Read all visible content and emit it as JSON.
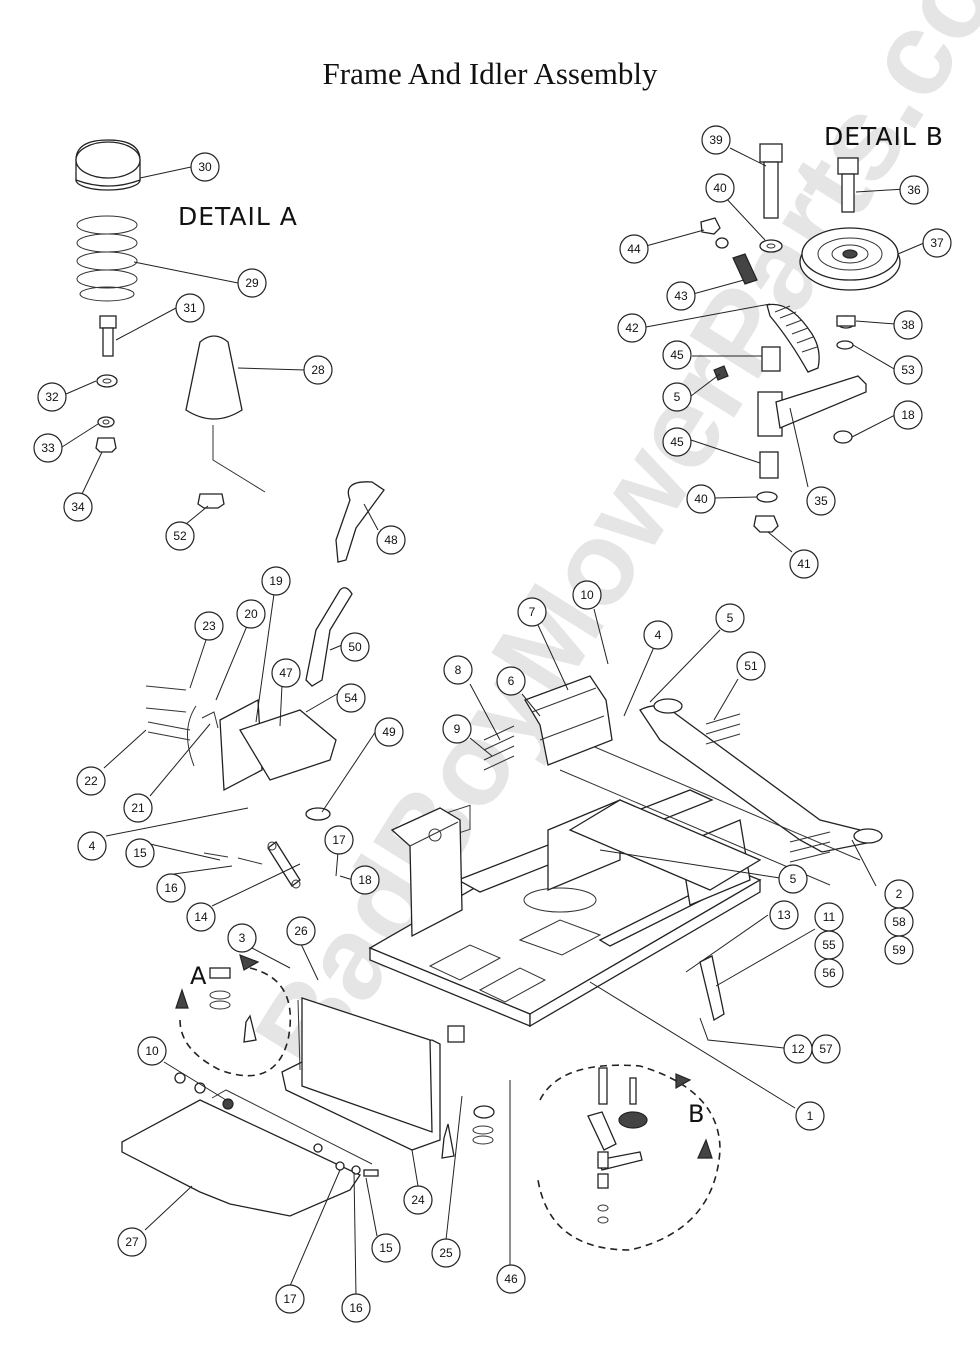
{
  "title": "Frame And Idler Assembly",
  "detail_a": {
    "label": "DETAIL  A",
    "callout_letter": "A"
  },
  "detail_b": {
    "label": "DETAIL  B",
    "callout_letter": "B"
  },
  "watermark": "BadBoyMowerParts.com",
  "callouts": {
    "c30": "30",
    "c29": "29",
    "c31": "31",
    "c28": "28",
    "c32": "32",
    "c33": "33",
    "c34": "34",
    "c52": "52",
    "c39": "39",
    "c36": "36",
    "c40a": "40",
    "c44": "44",
    "c37": "37",
    "c43": "43",
    "c42": "42",
    "c38": "38",
    "c45a": "45",
    "c53": "53",
    "c5a": "5",
    "c18a": "18",
    "c45b": "45",
    "c35": "35",
    "c40b": "40",
    "c41": "41",
    "c48": "48",
    "c50": "50",
    "c54": "54",
    "c47": "47",
    "c49": "49",
    "c19": "19",
    "c20": "20",
    "c23": "23",
    "c22": "22",
    "c21": "21",
    "c4a": "4",
    "c15a": "15",
    "c16a": "16",
    "c14": "14",
    "c17a": "17",
    "c18b": "18",
    "c8": "8",
    "c9": "9",
    "c6": "6",
    "c7": "7",
    "c10a": "10",
    "c4b": "4",
    "c5b": "5",
    "c51": "51",
    "c2": "2",
    "c58": "58",
    "c59": "59",
    "c5c": "5",
    "c13": "13",
    "c11": "11",
    "c55": "55",
    "c56": "56",
    "c12": "12",
    "c57": "57",
    "c1": "1",
    "c3": "3",
    "c26": "26",
    "c10b": "10",
    "c27": "27",
    "c24": "24",
    "c15b": "15",
    "c17b": "17",
    "c16b": "16",
    "c25": "25",
    "c46": "46"
  }
}
